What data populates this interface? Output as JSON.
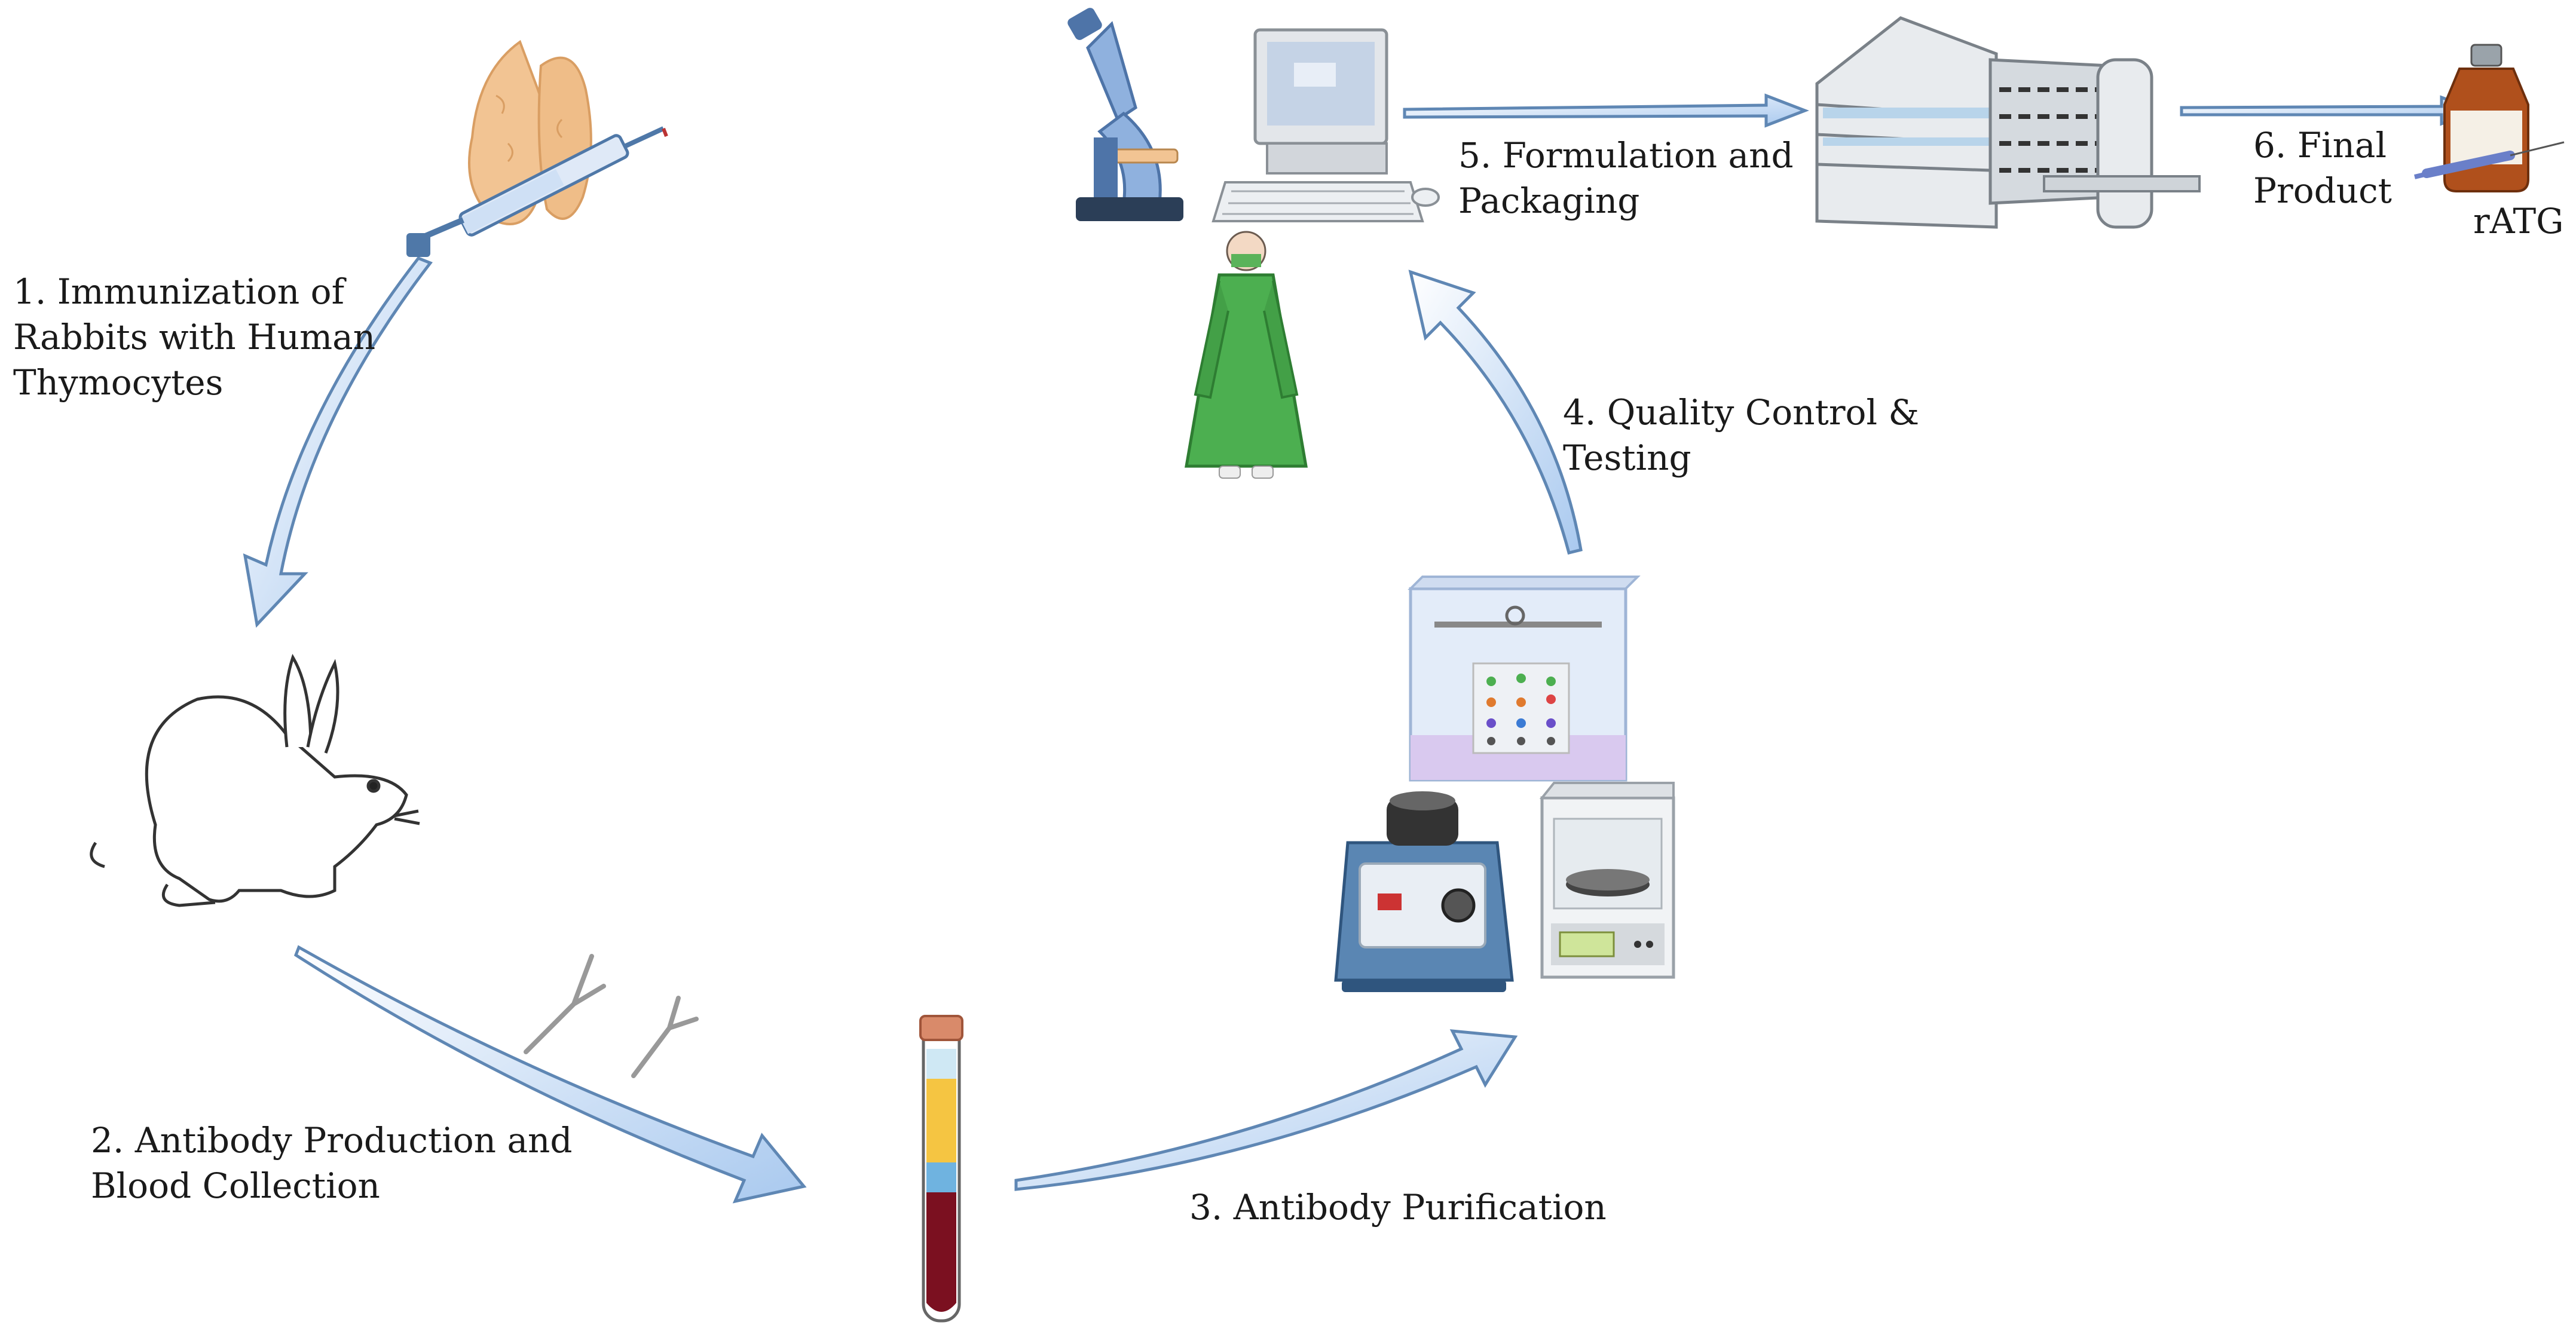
{
  "steps": [
    {
      "lines": [
        "1. Immunization of",
        "Rabbits with Human",
        "Thymocytes"
      ]
    },
    {
      "lines": [
        "2. Antibody Production and",
        "Blood Collection"
      ]
    },
    {
      "lines": [
        "3. Antibody Purification"
      ]
    },
    {
      "lines": [
        "4. Quality Control &",
        "Testing"
      ]
    },
    {
      "lines": [
        "5. Formulation and",
        "Packaging"
      ]
    },
    {
      "lines": [
        "6. Final",
        "Product"
      ]
    }
  ],
  "product_label": "rATG",
  "colors": {
    "arrow_fill": "#bcd6f3",
    "arrow_stroke": "#5f87b4",
    "thymus": "#f2c493",
    "microscope": "#8fb1de",
    "gown": "#4caf50",
    "blood": "#7b1020",
    "serum": "#f5c542",
    "vial": "#b0501c"
  },
  "icons": [
    "thymus-icon",
    "syringe-icon",
    "rabbit-icon",
    "antibody-icon",
    "blood-tube-icon",
    "electrophoresis-chamber-icon",
    "vortex-mixer-icon",
    "analytical-balance-icon",
    "microscope-icon",
    "computer-icon",
    "scientist-icon",
    "factory-icon",
    "vial-icon"
  ]
}
